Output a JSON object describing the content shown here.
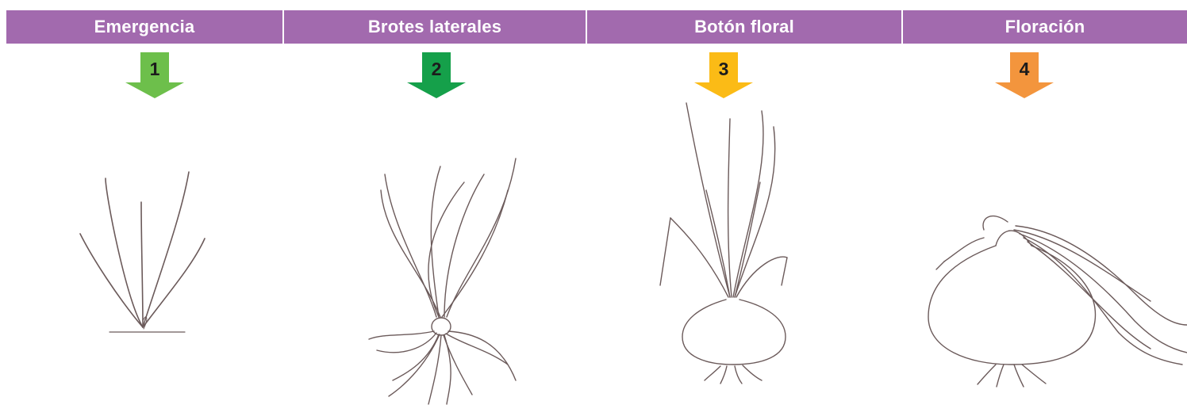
{
  "stages": [
    {
      "title": "Emergencia",
      "number": "1",
      "arrow_color": "#6dbf4b"
    },
    {
      "title": "Brotes laterales",
      "number": "2",
      "arrow_color": "#15a04a"
    },
    {
      "title": "Botón floral",
      "number": "3",
      "arrow_color": "#fbbb16"
    },
    {
      "title": "Floración",
      "number": "4",
      "arrow_color": "#f3953d"
    }
  ],
  "colors": {
    "header_bg": "#a26aae",
    "header_text": "#ffffff",
    "drawing_stroke": "#6b5a5a"
  }
}
